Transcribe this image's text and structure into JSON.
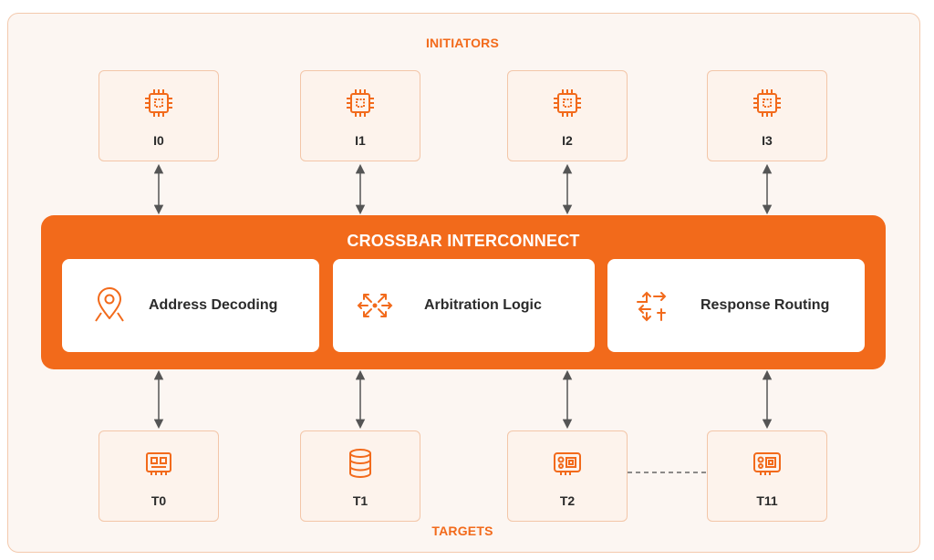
{
  "initiators_label": "INITIATORS",
  "targets_label": "TARGETS",
  "initiators": [
    {
      "label": "I0",
      "icon": "cpu-chip-icon"
    },
    {
      "label": "I1",
      "icon": "cpu-chip-icon"
    },
    {
      "label": "I2",
      "icon": "cpu-chip-icon"
    },
    {
      "label": "I3",
      "icon": "cpu-chip-icon"
    }
  ],
  "crossbar": {
    "title": "CROSSBAR INTERCONNECT",
    "functions": [
      {
        "label": "Address Decoding",
        "icon": "location-pin-icon"
      },
      {
        "label": "Arbitration Logic",
        "icon": "arbitration-arrows-icon"
      },
      {
        "label": "Response Routing",
        "icon": "routing-arrows-icon"
      }
    ]
  },
  "targets": [
    {
      "label": "T0",
      "icon": "memory-module-icon"
    },
    {
      "label": "T1",
      "icon": "database-icon"
    },
    {
      "label": "T2",
      "icon": "peripheral-card-icon"
    },
    {
      "label": "T11",
      "icon": "peripheral-card-icon"
    }
  ],
  "colors": {
    "accent": "#f26a1b",
    "node_fill": "#fdf3ec",
    "node_border": "#f3c6a8",
    "connector": "#555555"
  }
}
